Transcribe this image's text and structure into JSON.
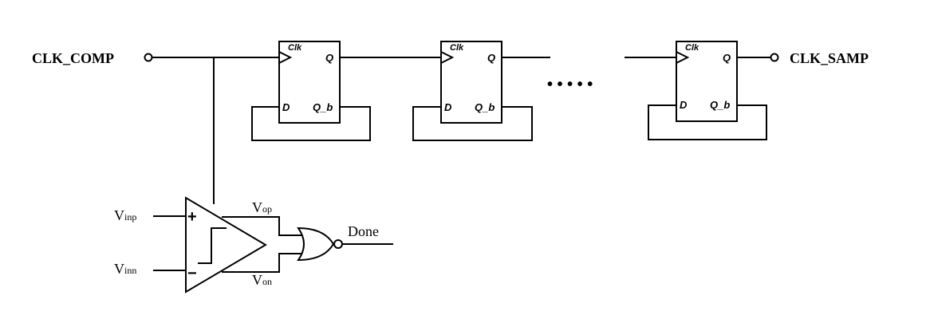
{
  "labels": {
    "clk_comp": "CLK_COMP",
    "clk_samp": "CLK_SAMP",
    "done": "Done",
    "v": "V",
    "inp_sub": "inp",
    "inn_sub": "inn",
    "op_sub": "op",
    "on_sub": "on",
    "plus": "+",
    "minus": "−",
    "dots": "• • • • •"
  },
  "flipflops": [
    {
      "clk": "Clk",
      "q": "Q",
      "d": "D",
      "qb": "Q_b"
    },
    {
      "clk": "Clk",
      "q": "Q",
      "d": "D",
      "qb": "Q_b"
    },
    {
      "clk": "Clk",
      "q": "Q",
      "d": "D",
      "qb": "Q_b"
    }
  ]
}
